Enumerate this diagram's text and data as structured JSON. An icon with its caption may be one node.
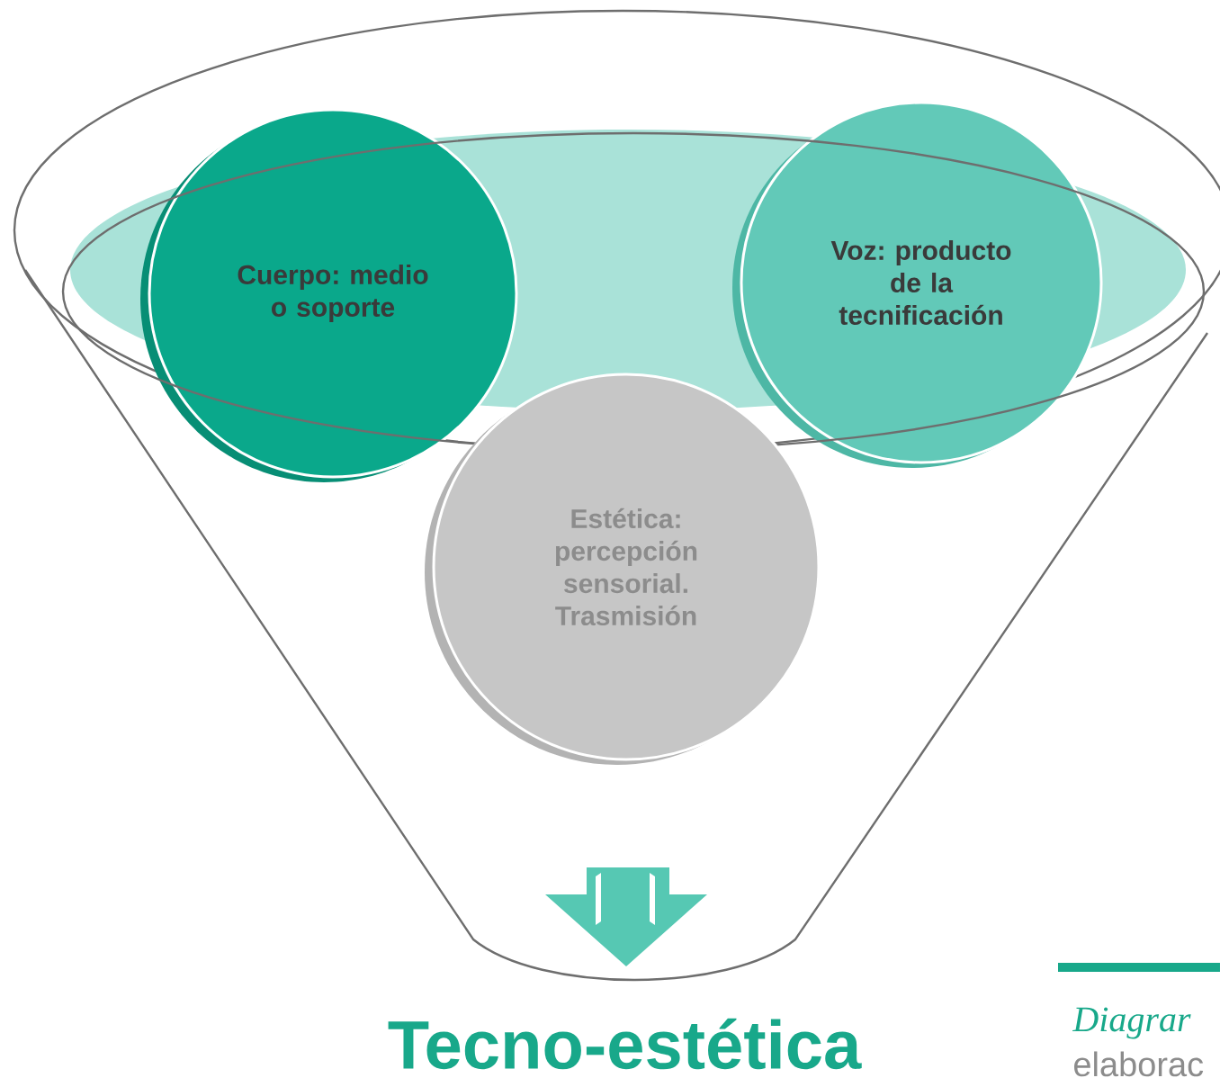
{
  "diagram": {
    "nodes": [
      {
        "text": [
          "Cuerpo: medio o soporte"
        ]
      },
      {
        "text": [
          "Voz: producto de la tecnificación"
        ]
      },
      {
        "text": [
          "Estética: percepción sensorial. Trasmisión"
        ]
      },
      {
        "text": [
          "Tecno-estética"
        ]
      }
    ],
    "labels": [
      "Diagrar",
      "elaborac"
    ]
  }
}
